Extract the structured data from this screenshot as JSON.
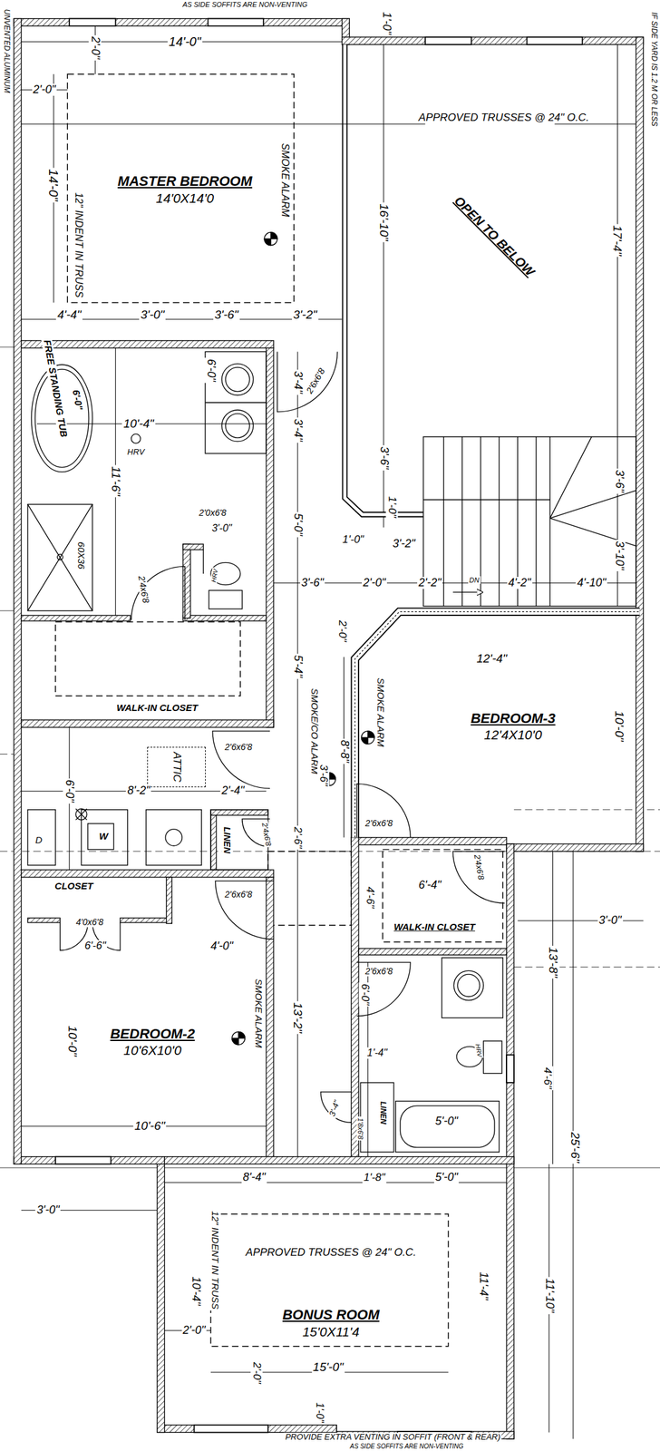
{
  "diagram": {
    "nodes": [
      {
        "text": [
          "MASTER BEDROOM",
          "14'0X14'0"
        ]
      },
      {
        "text": [
          "BEDROOM-3",
          "12'4X10'0"
        ]
      },
      {
        "text": [
          "ATTIC"
        ]
      },
      {
        "text": [
          "BEDROOM-2",
          "10'6X10'0"
        ]
      },
      {
        "text": [
          "BONUS ROOM",
          "15'0X11'4"
        ]
      }
    ],
    "labels": [
      "AS SIDE SOFFITS ARE NON-VENTING",
      "UNVENTED ALUMINUM",
      "IF SIDE YARD IS 1.2 M OR LESS",
      "1'-0\"",
      "14'-0\"",
      "2'-0\"",
      "2'-0\"",
      "14'-0\"",
      "12\" INDENT IN TRUSS",
      "SMOKE ALARM",
      "4'-4\"",
      "3'-0\"",
      "3'-6\"",
      "3'-2\"",
      "APPROVED TRUSSES @ 24\" O.C.",
      "OPEN TO BELOW",
      "16'-10\"",
      "17'-4\"",
      "2'6x6'8",
      "3'-4\"",
      "3'-4\"",
      "6'-0\"",
      "FREE STANDING TUB",
      "6'-0\"",
      "10'-4\"",
      "HRV",
      "11'-6\"",
      "60X36",
      "2'0x6'8",
      "3'-0\"",
      "HRV",
      "2'4x6'8",
      "5'-0\"",
      "3'-6\"",
      "1'-0\"",
      "1'-0\"",
      "3'-2\"",
      "3'-6\"",
      "2'-0\"",
      "2'-2\"",
      "DN",
      "4'-2\"",
      "4'-10\"",
      "3'-6\"",
      "3'-10\"",
      "5'-4\"",
      "2'-0\"",
      "WALK-IN CLOSET",
      "2'6x6'8",
      "SMOKE/CO ALARM",
      "8'-8\"",
      "3'-6\"",
      "SMOKE ALARM",
      "12'-4\"",
      "10'-0\"",
      "6'-0\"",
      "8'-2\"",
      "2'-4\"",
      "D",
      "W",
      "LINEN",
      "2'4x6'8",
      "2'-6\"",
      "2'6x6'8",
      "2'4x6'8",
      "6'-4\"",
      "WALK-IN CLOSET",
      "3'-0\"",
      "CLOSET",
      "2'6x6'8",
      "4'0x6'8",
      "6'-6\"",
      "4'-0\"",
      "4'-6\"",
      "10'-0\"",
      "SMOKE ALARM",
      "13'-2\"",
      "10'-6\"",
      "2'6x6'8",
      "6'-0\"",
      "13'-8\"",
      "1'-4\"",
      "HRV",
      "4'-6\"",
      "3'-4\"",
      "1'8x6'8",
      "LINEN",
      "5'-0\"",
      "25'-6\"",
      "8'-4\"",
      "1'-8\"",
      "5'-0\"",
      "3'-0\"",
      "APPROVED TRUSSES @ 24\" O.C.",
      "12\" INDENT IN TRUSS",
      "10'-4\"",
      "11'-4\"",
      "11'-10\"",
      "2'-0\"",
      "15'-0\"",
      "2'-0\"",
      "1'-0\"",
      "PROVIDE EXTRA VENTING IN SOFFIT (FRONT & REAR)",
      "AS SIDE SOFFITS ARE NON-VENTING"
    ]
  }
}
